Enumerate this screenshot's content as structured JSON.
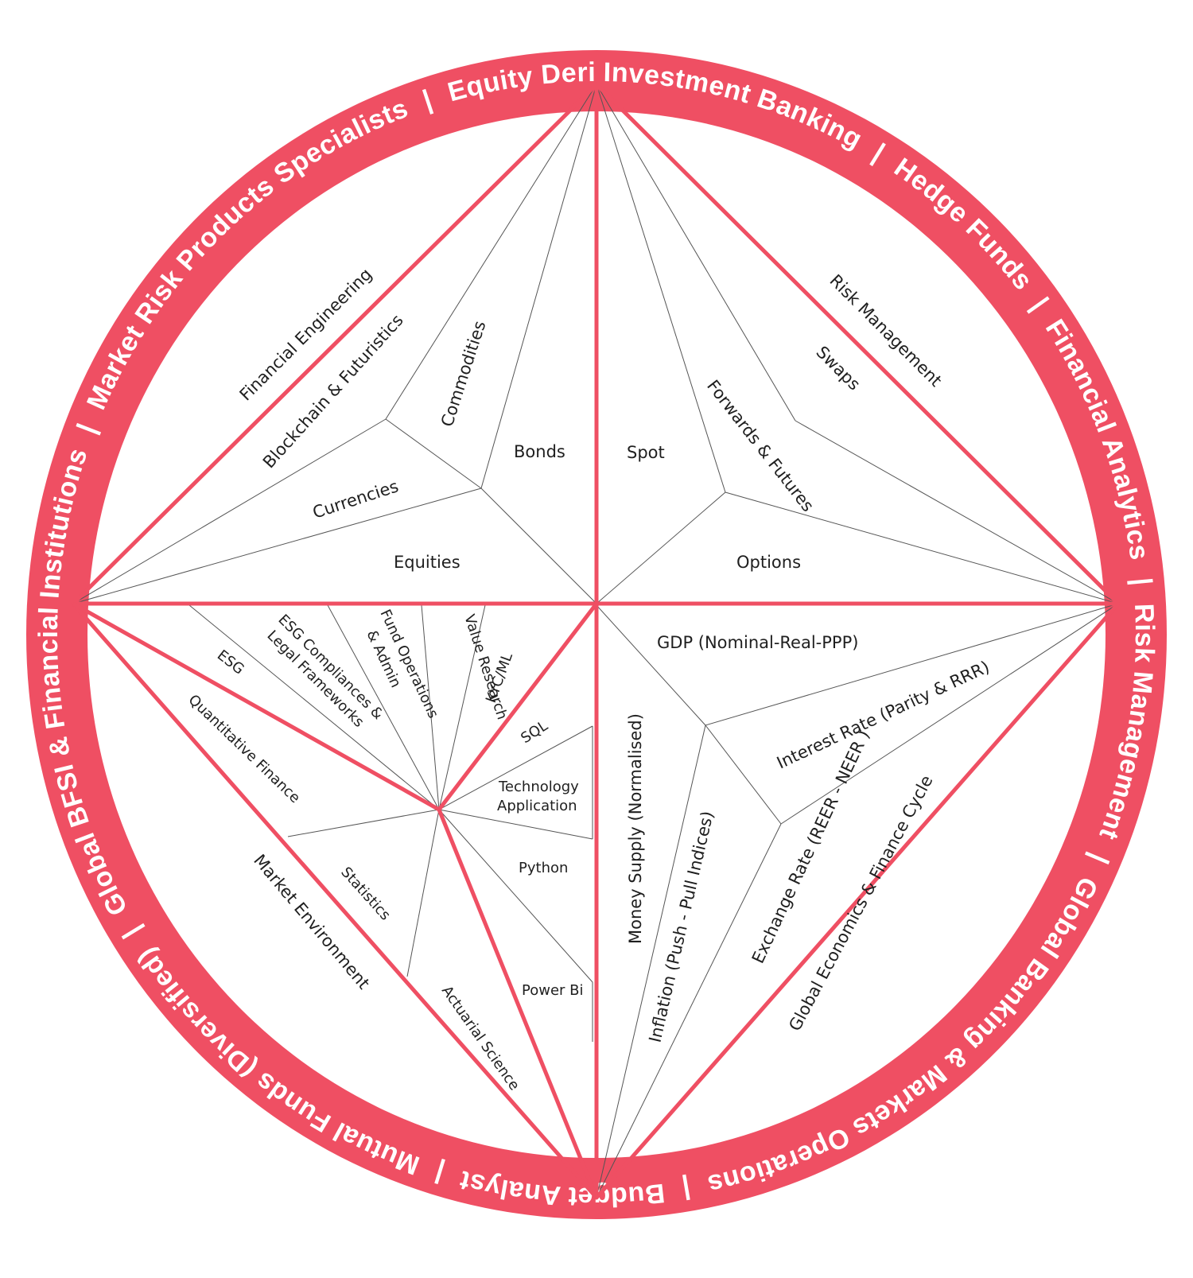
{
  "colors": {
    "accent": "#ef4f63",
    "line": "#555555",
    "text": "#1f1f1f"
  },
  "ring_labels": [
    "Investment Banking",
    "Hedge Funds",
    "Financial Analytics",
    "Risk Management",
    "Global Banking & Markets Operations",
    "Budget Analyst",
    "Mutual Funds (Diversified)",
    "Global BFSI & Financial Institutions",
    "Market Risk Products Specialists",
    "Equity Derivatives"
  ],
  "quadrants": {
    "top_left": {
      "edge_label": "Financial Engineering",
      "items": [
        "Blockchain & Futuristics",
        "Commodities",
        "Bonds",
        "Currencies",
        "Equities"
      ]
    },
    "top_right": {
      "edge_label": "Risk Management",
      "items": [
        "Swaps",
        "Forwards & Futures",
        "Spot",
        "Options"
      ]
    },
    "bottom_left": {
      "top_items": [
        "ESG",
        "ESG Compliances &",
        "Legal Frameworks",
        "Fund Operations",
        "& Admin",
        "Value Research",
        "KYC/ML"
      ],
      "edge_items": [
        "Quantitative Finance",
        "Statistics",
        "Market Environment",
        "Actuarial Science"
      ],
      "tech_items": [
        "SQL",
        "Technology",
        "Application",
        "Python",
        "Power Bi"
      ]
    },
    "bottom_right": {
      "items": [
        "GDP (Nominal-Real-PPP)",
        "Interest Rate (Parity & RRR)",
        "Money Supply (Normalised)",
        "Inflation (Push - Pull Indices)",
        "Exchange Rate (REER - NEER )",
        "Global Economics & Finance Cycle"
      ]
    }
  }
}
